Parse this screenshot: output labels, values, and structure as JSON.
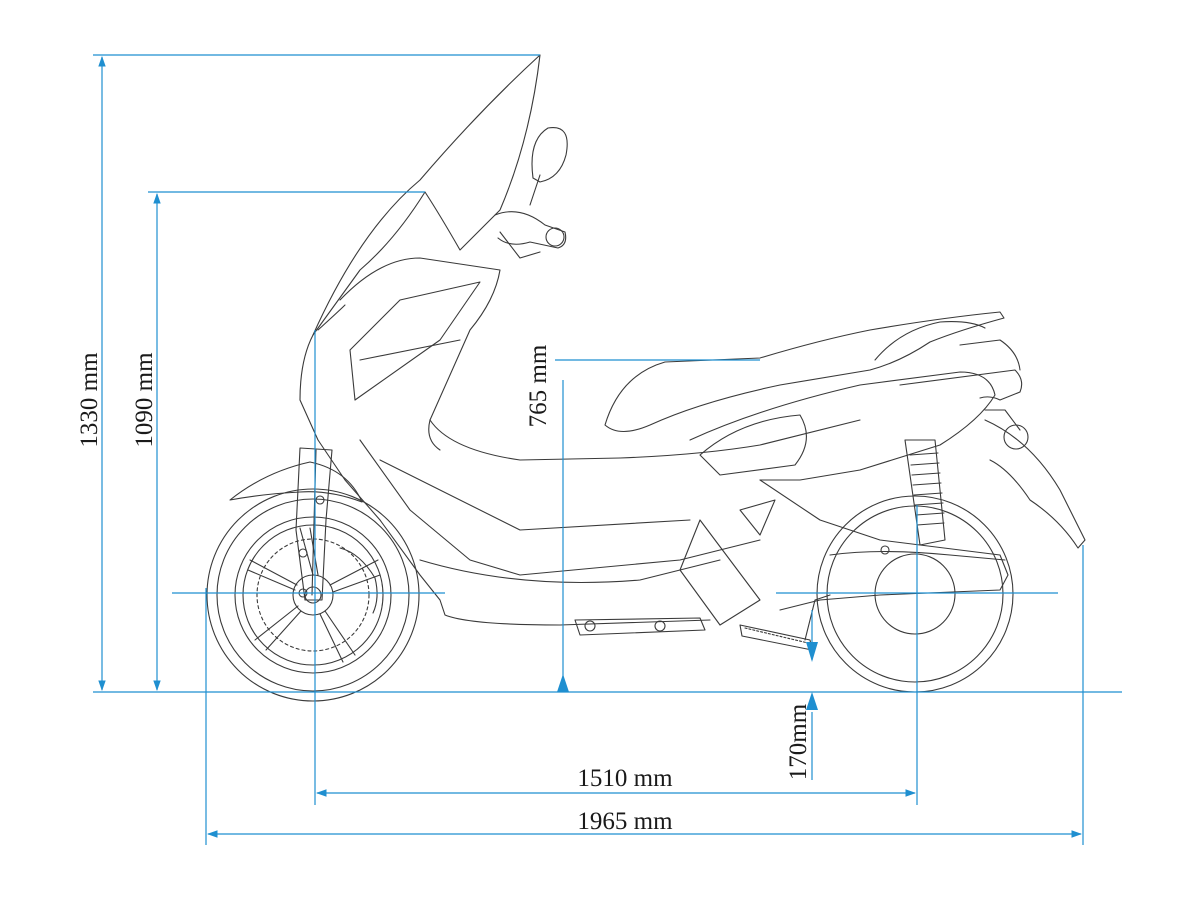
{
  "dimensions": {
    "overall_height": "1330 mm",
    "windscreen_height": "1090 mm",
    "seat_height": "765 mm",
    "ground_clearance": "170mm",
    "wheelbase": "1510 mm",
    "overall_length": "1965 mm"
  },
  "colors": {
    "dimension_line": "#1f8fd0",
    "outline": "#3a3a3a",
    "text": "#1a1a1a"
  }
}
